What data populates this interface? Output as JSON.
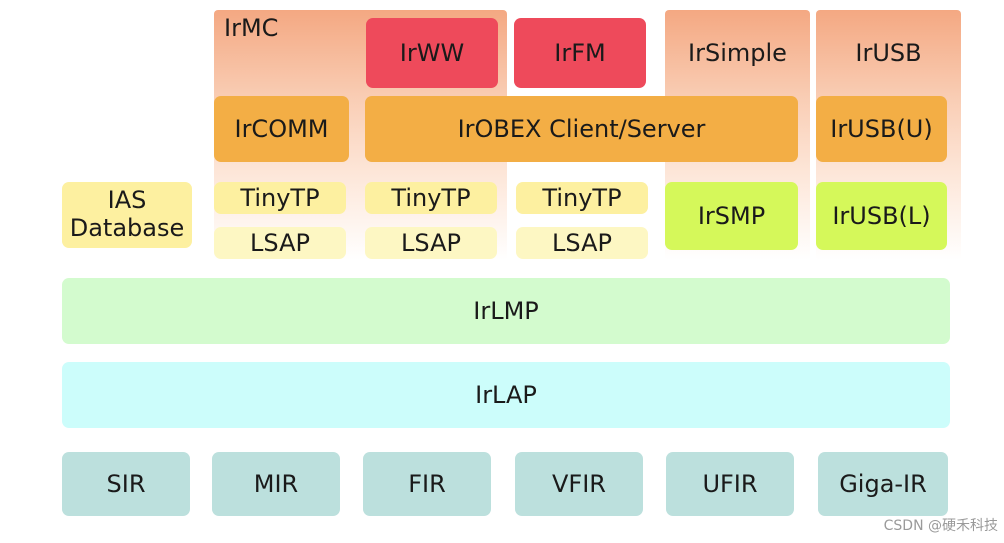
{
  "groups": {
    "irmc": "IrMC"
  },
  "boxes": {
    "irww": "IrWW",
    "irfm": "IrFM",
    "irsimple": "IrSimple",
    "irusb": "IrUSB",
    "ircomm": "IrCOMM",
    "irobex": "IrOBEX Client/Server",
    "irusb_u": "IrUSB(U)",
    "ias_database": "IAS\nDatabase",
    "tinytp": "TinyTP",
    "lsap": "LSAP",
    "irsmp": "IrSMP",
    "irusb_l": "IrUSB(L)",
    "irlmp": "IrLMP",
    "irlap": "IrLAP"
  },
  "physical": [
    "SIR",
    "MIR",
    "FIR",
    "VFIR",
    "UFIR",
    "Giga-IR"
  ],
  "watermark": "CSDN @硬禾科技",
  "colors": {
    "red": "#ee4a5b",
    "orange": "#f3ae45",
    "yellow": "#fdf0a0",
    "lime": "#d5f85a",
    "green": "#d3fbce",
    "cyan": "#ccfdfb",
    "teal": "#bce0dd",
    "gradient_top": "#f4a882"
  }
}
